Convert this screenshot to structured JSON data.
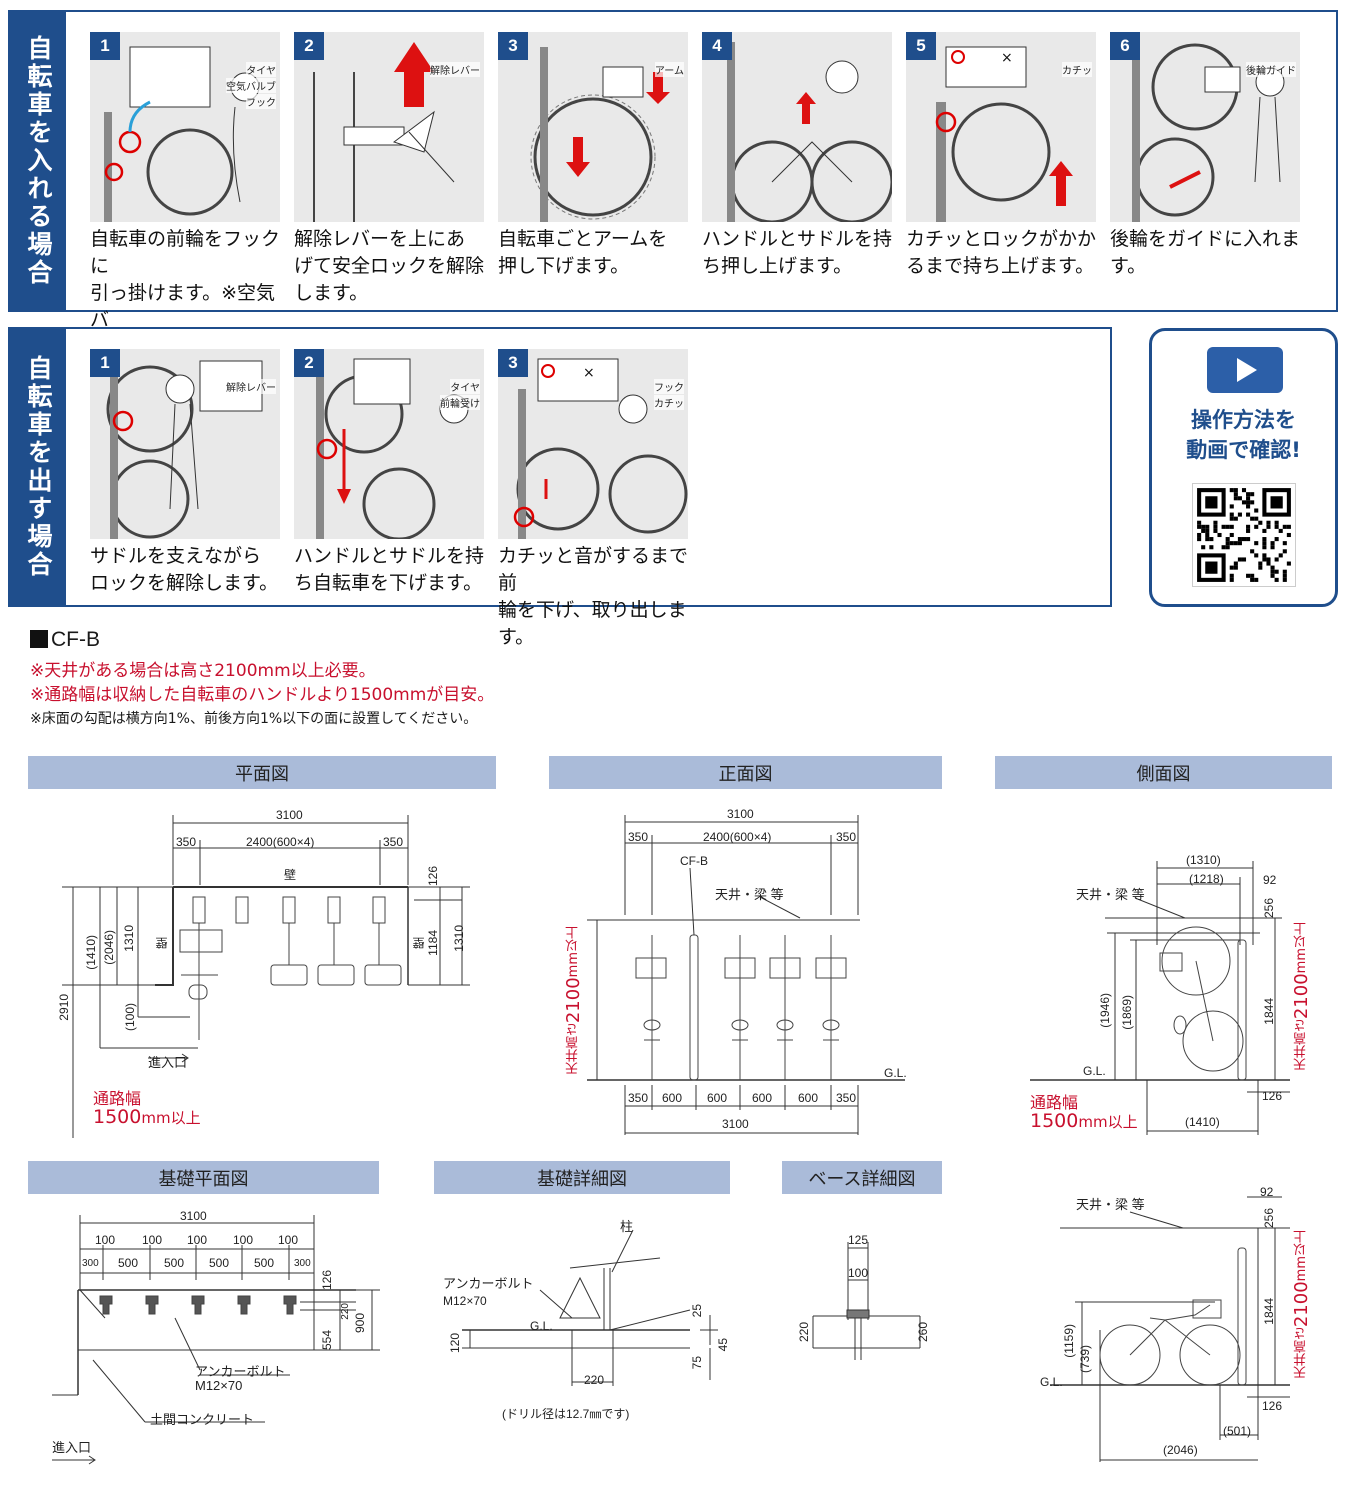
{
  "storing": {
    "label": "自転車を入れる場合",
    "steps": [
      {
        "num": "1",
        "text": "自転車の前輪をフックに\n引っ掛けます。※空気バ\nルブに掛けないように!",
        "callouts": [
          "タイヤ",
          "空気バルブ",
          "フック"
        ]
      },
      {
        "num": "2",
        "text": "解除レバーを上にあ\nげて安全ロックを解除\nします。",
        "callouts": [
          "解除レバー"
        ]
      },
      {
        "num": "3",
        "text": "自転車ごとアームを\n押し下げます。",
        "callouts": [
          "アーム"
        ]
      },
      {
        "num": "4",
        "text": "ハンドルとサドルを持\nち押し上げます。",
        "callouts": []
      },
      {
        "num": "5",
        "text": "カチッとロックがかか\nるまで持ち上げます。",
        "callouts": [
          "カチッ"
        ]
      },
      {
        "num": "6",
        "text": "後輪をガイドに入れま\nす。",
        "callouts": [
          "後輪ガイド"
        ]
      }
    ]
  },
  "removing": {
    "label": "自転車を出す場合",
    "steps": [
      {
        "num": "1",
        "text": "サドルを支えながら\nロックを解除します。",
        "callouts": [
          "解除レバー"
        ]
      },
      {
        "num": "2",
        "text": "ハンドルとサドルを持\nち自転車を下げます。",
        "callouts": [
          "タイヤ",
          "前輪受け"
        ]
      },
      {
        "num": "3",
        "text": "カチッと音がするまで前\n輪を下げ、取り出します。",
        "callouts": [
          "フック",
          "カチッ"
        ]
      }
    ]
  },
  "video": {
    "text": "操作方法を\n動画で確認!",
    "play_icon": "play-icon",
    "qr_icon": "qr-code"
  },
  "model": "CF-B",
  "notes": {
    "red1": "※天井がある場合は高さ2100mm以上必要。",
    "red2": "※通路幅は収納した自転車のハンドルより1500mmが目安。",
    "black": "※床面の勾配は横方向1%、前後方向1%以下の面に設置してください。"
  },
  "drawings": {
    "plan": {
      "title": "平面図",
      "dims": {
        "total": "3100",
        "inner": "2400(600×4)",
        "left": "350",
        "right": "350",
        "wall_top": "壁",
        "wall_left": "壁",
        "wall_right": "壁",
        "h126": "126",
        "h1184": "1184",
        "h1310r": "1310",
        "h2910": "2910",
        "h1410": "(1410)",
        "h2046": "(2046)",
        "h1310": "1310",
        "h100": "(100)",
        "entrance": "進入口",
        "aisle1": "通路幅",
        "aisle2": "1500",
        "aisle_unit": "mm以上"
      }
    },
    "front": {
      "title": "正面図",
      "dims": {
        "total": "3100",
        "inner": "2400(600×4)",
        "left": "350",
        "right": "350",
        "model": "CF-B",
        "ceiling": "天井・梁 等",
        "height_prefix": "天井高さ",
        "height_value": "2100",
        "height_unit": "mm以上",
        "gl": "G.L.",
        "b1": "350",
        "b2": "600",
        "b3": "600",
        "b4": "600",
        "b5": "600",
        "b6": "350",
        "bottom_total": "3100"
      }
    },
    "side": {
      "title": "側面図",
      "dims": {
        "d1310": "(1310)",
        "d1218": "(1218)",
        "d92": "92",
        "ceiling": "天井・梁 等",
        "d256": "256",
        "d1946": "(1946)",
        "d1869": "(1869)",
        "d1844": "1844",
        "gl": "G.L.",
        "d126": "126",
        "d1410": "(1410)",
        "aisle1": "通路幅",
        "aisle2": "1500",
        "aisle_unit": "mm以上",
        "height_prefix": "天井高さ",
        "height_value": "2100",
        "height_unit": "mm以上"
      }
    },
    "side2": {
      "dims": {
        "d92": "92",
        "ceiling": "天井・梁 等",
        "d256": "256",
        "d1844": "1844",
        "d1159": "(1159)",
        "d739": "(739)",
        "gl": "G.L.",
        "d126": "126",
        "d501": "(501)",
        "d2046": "(2046)",
        "height_prefix": "天井高さ",
        "height_value": "2100",
        "height_unit": "mm以上"
      }
    },
    "foundation_plan": {
      "title": "基礎平面図",
      "dims": {
        "total": "3100",
        "s100": [
          "100",
          "100",
          "100",
          "100",
          "100"
        ],
        "s500": [
          "500",
          "500",
          "500",
          "500"
        ],
        "s300l": "300",
        "s300r": "300",
        "d126": "126",
        "d220": "220",
        "d554": "554",
        "d900": "900",
        "anchor1": "アンカーボルト",
        "anchor2": "M12×70",
        "concrete": "土間コンクリート",
        "entrance": "進入口"
      }
    },
    "foundation_detail": {
      "title": "基礎詳細図",
      "dims": {
        "pillar": "柱",
        "anchor1": "アンカーボルト",
        "anchor2": "M12×70",
        "gl": "G.L.",
        "d120": "120",
        "d25": "25",
        "d45": "45",
        "d75": "75",
        "d220": "220",
        "drill": "(ドリル径は12.7㎜です)"
      }
    },
    "base_detail": {
      "title": "ベース詳細図",
      "dims": {
        "d125": "125",
        "d100": "100",
        "d220": "220",
        "d260": "260"
      }
    }
  },
  "colors": {
    "accent": "#1f4e8c",
    "header": "#aabbd9",
    "red": "#c8102e",
    "illustration_bg": "#e9e9e9"
  }
}
